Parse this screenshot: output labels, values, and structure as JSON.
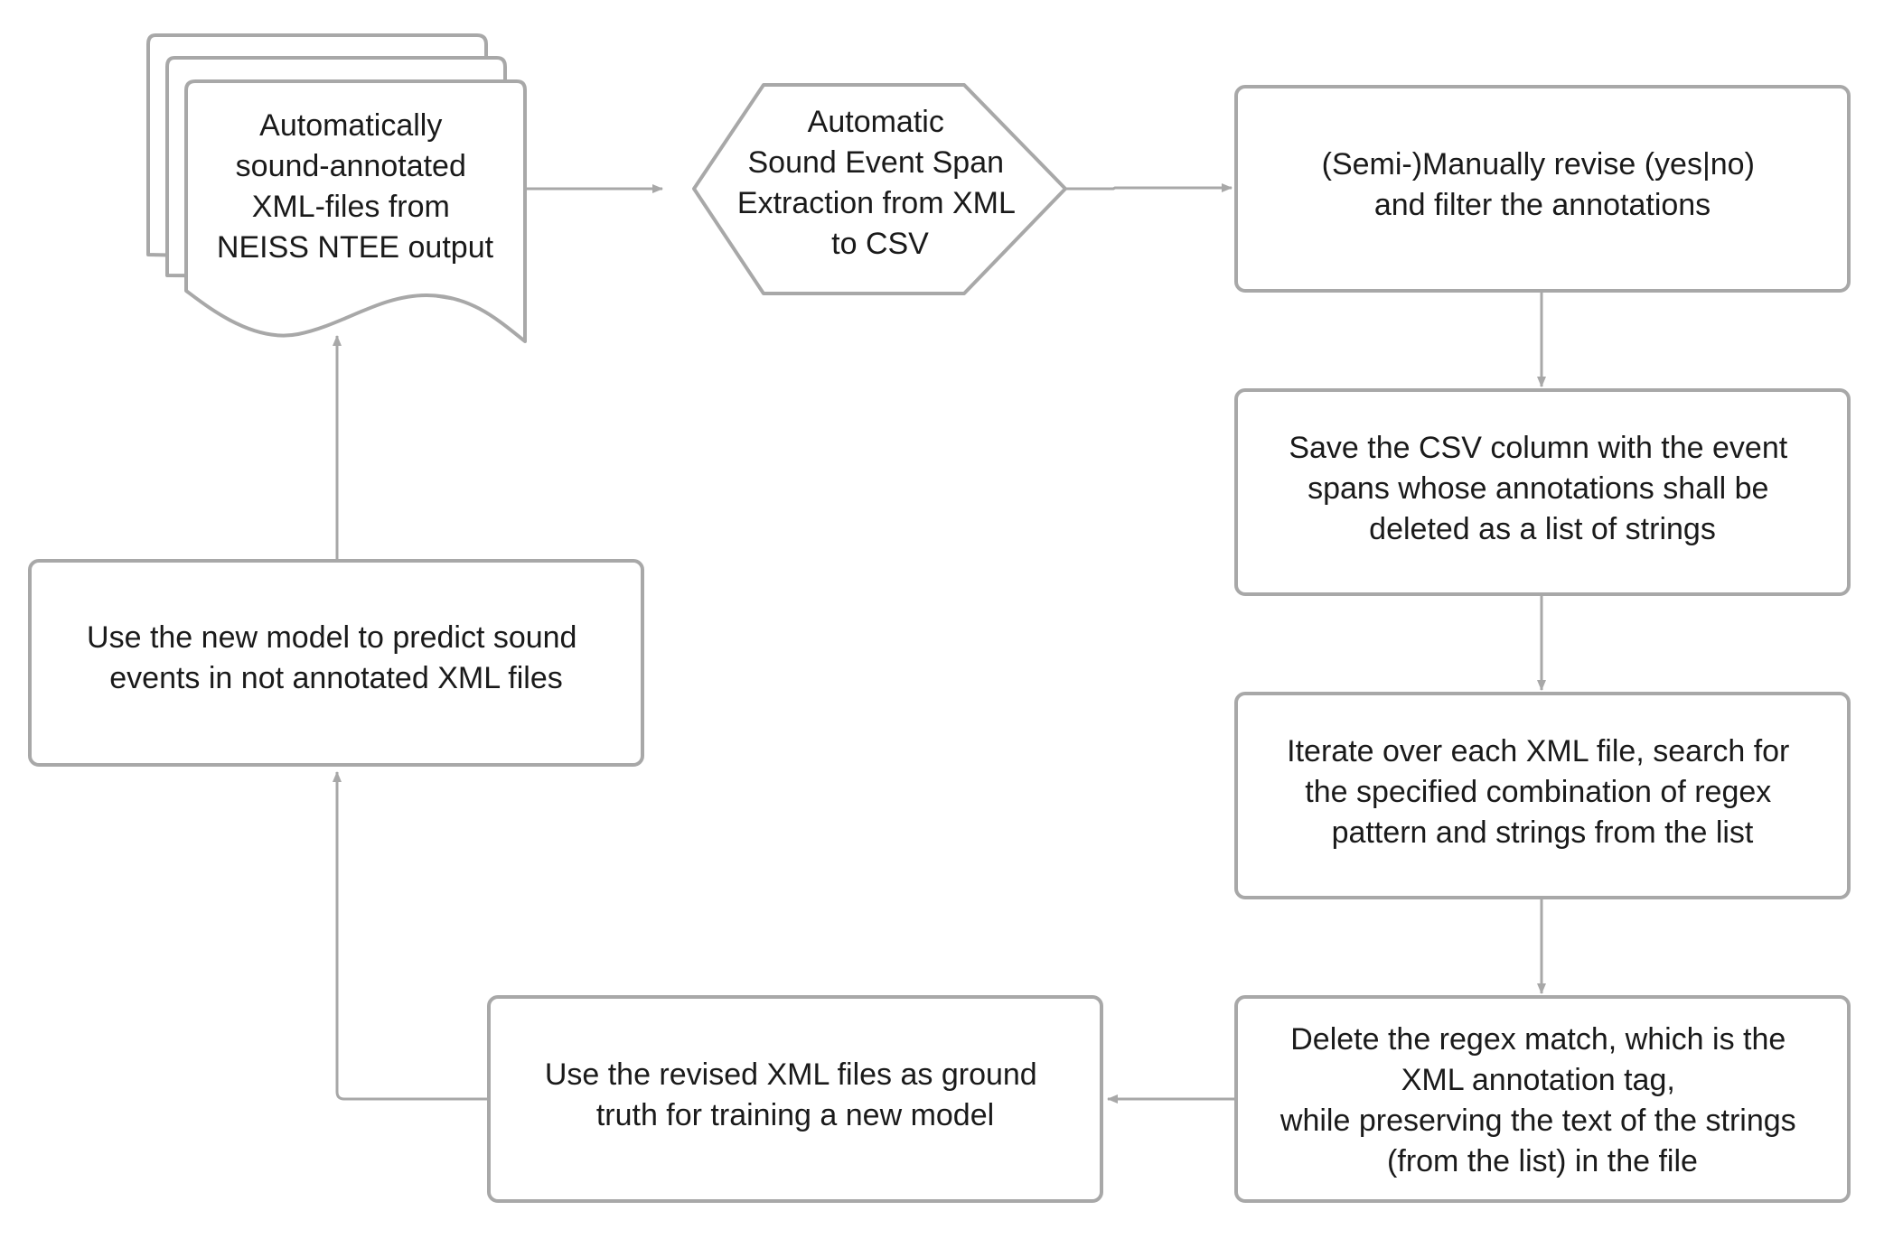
{
  "colors": {
    "stroke": "#a8a8a8",
    "text": "#1a1a1a",
    "background": "#ffffff"
  },
  "nodes": {
    "documents": {
      "shape": "multi-document",
      "lines": [
        "Automatically",
        "sound-annotated",
        "XML-files from",
        "NEISS NTEE output"
      ]
    },
    "extraction": {
      "shape": "hexagon",
      "lines": [
        "Automatic",
        "Sound Event Span",
        "Extraction from XML",
        "to CSV"
      ]
    },
    "revise": {
      "shape": "rounded-rectangle",
      "lines": [
        "(Semi-)Manually revise (yes|no)",
        "and filter the annotations"
      ]
    },
    "save": {
      "shape": "rounded-rectangle",
      "lines": [
        "Save the CSV column with the event",
        "spans whose annotations shall be",
        "deleted as a list of strings"
      ]
    },
    "iterate": {
      "shape": "rounded-rectangle",
      "lines": [
        "Iterate over each XML file, search for",
        "the specified combination of regex",
        "pattern and strings from the list"
      ]
    },
    "delete": {
      "shape": "rounded-rectangle",
      "lines": [
        "Delete the regex match, which is the",
        "XML annotation tag,",
        "while preserving the text of the strings",
        "(from the list) in the file"
      ]
    },
    "train": {
      "shape": "rounded-rectangle",
      "lines": [
        "Use the revised XML files as ground",
        "truth for training a new model"
      ]
    },
    "predict": {
      "shape": "rounded-rectangle",
      "lines": [
        "Use the new model to predict sound",
        "events in not annotated XML files"
      ]
    }
  },
  "edges": [
    {
      "from": "documents",
      "to": "extraction"
    },
    {
      "from": "extraction",
      "to": "revise"
    },
    {
      "from": "revise",
      "to": "save"
    },
    {
      "from": "save",
      "to": "iterate"
    },
    {
      "from": "iterate",
      "to": "delete"
    },
    {
      "from": "delete",
      "to": "train"
    },
    {
      "from": "train",
      "to": "predict"
    },
    {
      "from": "predict",
      "to": "documents"
    }
  ]
}
